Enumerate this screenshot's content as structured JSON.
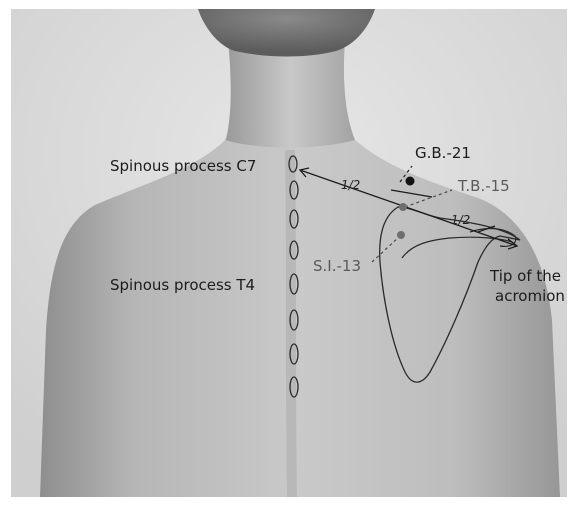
{
  "labels": {
    "spinous_c7": "Spinous process C7",
    "spinous_t4": "Spinous process T4",
    "gb21": "G.B.-21",
    "tb15": "T.B.-15",
    "si13": "S.I.-13",
    "acromion_line1": "Tip of the",
    "acromion_line2": "acromion",
    "half_upper": "1/2",
    "half_lower": "1/2"
  },
  "colors": {
    "background": "#d4d4d4",
    "skin_light": "#c9c9c9",
    "skin_mid": "#a9a9a9",
    "hair": "#6f6f6f",
    "line": "#222222",
    "gray_label": "#5a5a5a"
  },
  "icons": {
    "point_marker": "filled-circle",
    "spine_marker": "ellipse-outline"
  }
}
